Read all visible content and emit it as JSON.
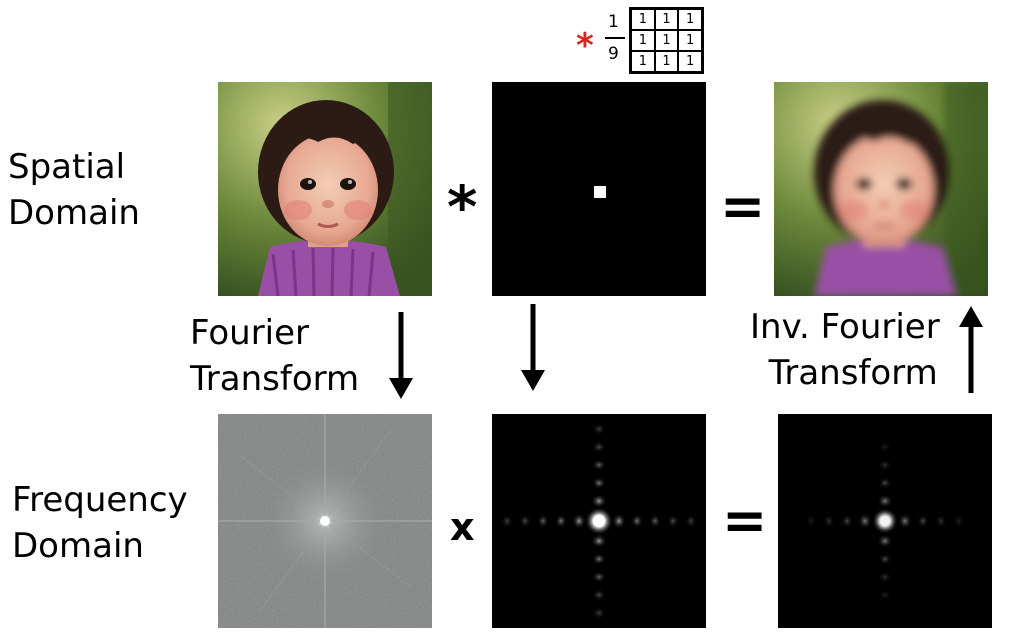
{
  "rows": {
    "spatial": {
      "line1": "Spatial",
      "line2": "Domain"
    },
    "frequency": {
      "line1": "Frequency",
      "line2": "Domain"
    }
  },
  "arrows": {
    "forward": {
      "line1": "Fourier",
      "line2": "Transform"
    },
    "inverse": {
      "line1": "Inv. Fourier",
      "line2": "Transform"
    }
  },
  "operators": {
    "convolve": "*",
    "equals_top": "=",
    "multiply": "x",
    "equals_bottom": "="
  },
  "kernel": {
    "operator": "*",
    "numerator": "1",
    "denominator": "9",
    "matrix": [
      [
        "1",
        "1",
        "1"
      ],
      [
        "1",
        "1",
        "1"
      ],
      [
        "1",
        "1",
        "1"
      ]
    ],
    "operator_color": "#d9261c"
  },
  "images": {
    "input_photo": "photo of a toddler in a purple top",
    "box_filter": "black square with small white center square",
    "blurred_photo": "blurred photo of the toddler",
    "input_spectrum": "grey Fourier magnitude spectrum",
    "filter_spectrum": "sinc-like Fourier spectrum of box filter",
    "output_spectrum": "product Fourier spectrum"
  }
}
